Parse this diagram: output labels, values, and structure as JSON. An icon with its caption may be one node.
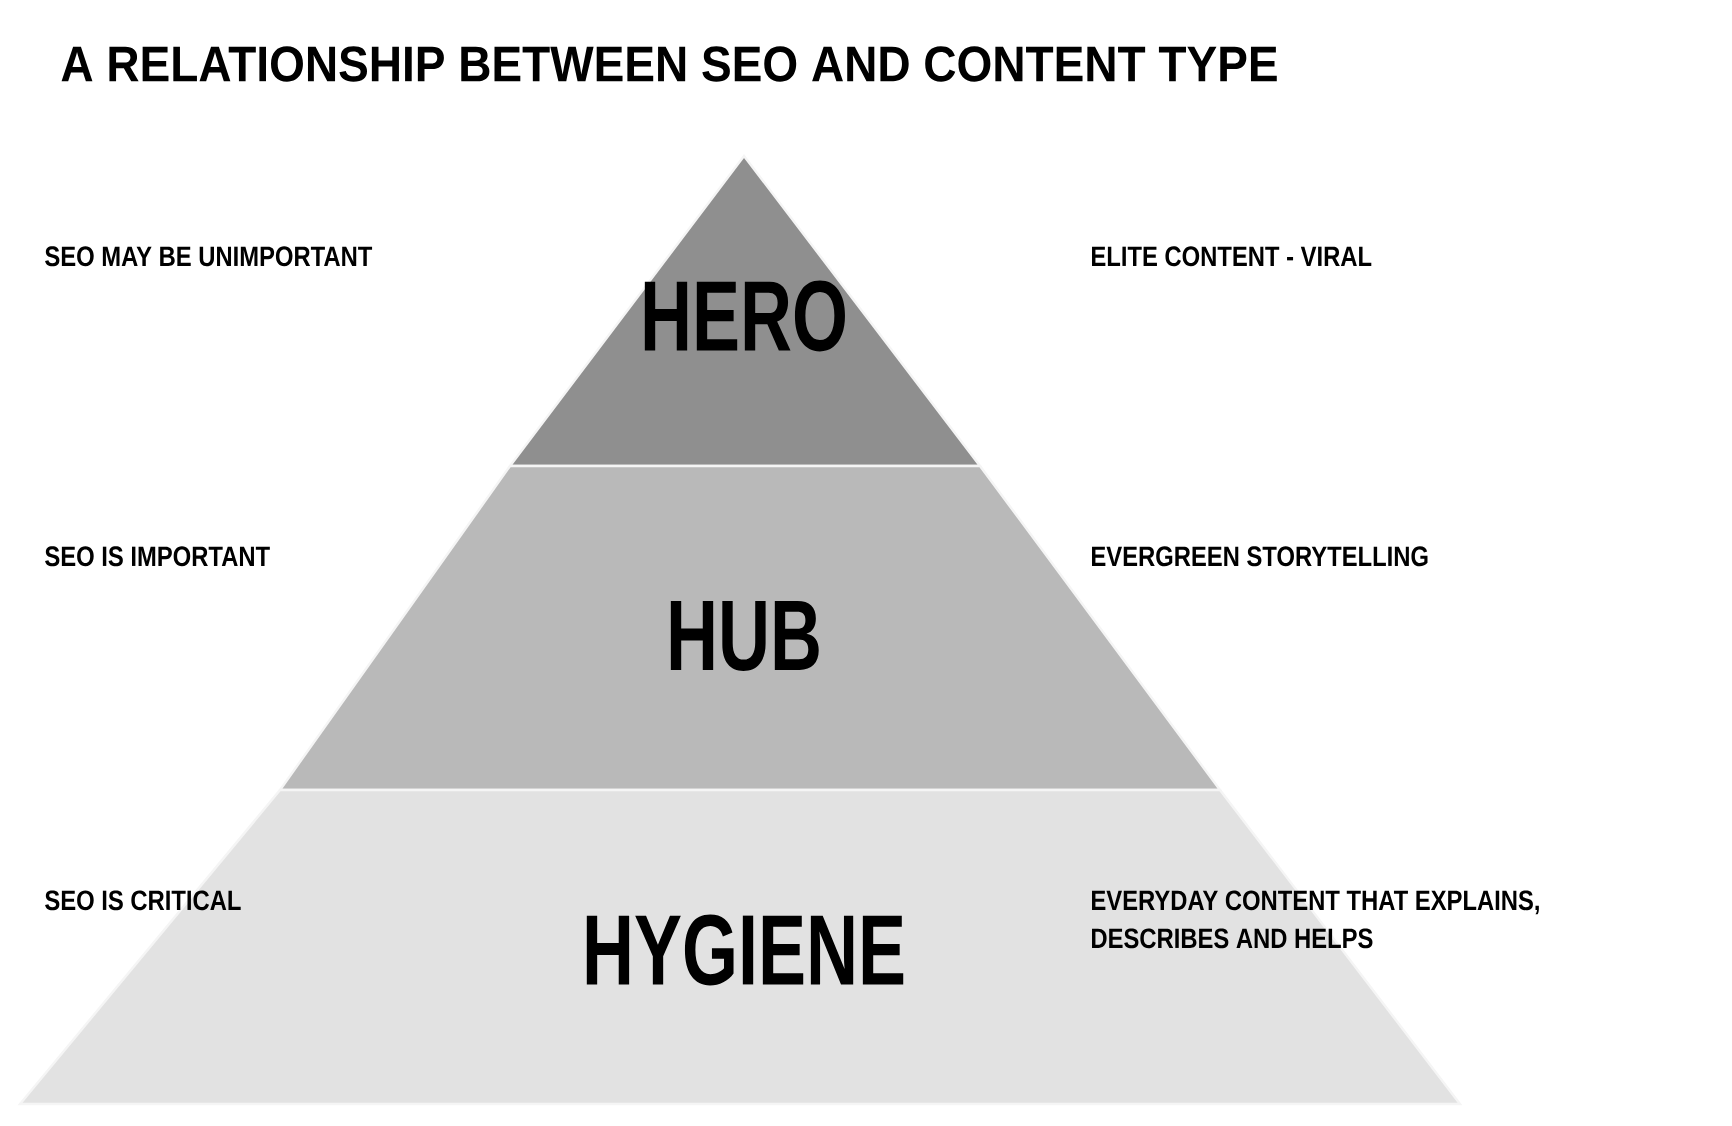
{
  "diagram": {
    "title": "A RELATIONSHIP BETWEEN SEO AND CONTENT TYPE",
    "nodes": [
      {
        "text": [
          "HERO"
        ]
      },
      {
        "text": [
          "HUB"
        ]
      },
      {
        "text": [
          "HYGIENE"
        ]
      }
    ],
    "labels": [
      "SEO MAY BE UNIMPORTANT",
      "ELITE CONTENT - VIRAL",
      "SEO IS IMPORTANT",
      "EVERGREEN STORYTELLING",
      "SEO IS CRITICAL",
      "EVERYDAY CONTENT THAT EXPLAINS, DESCRIBES AND HELPS"
    ]
  }
}
